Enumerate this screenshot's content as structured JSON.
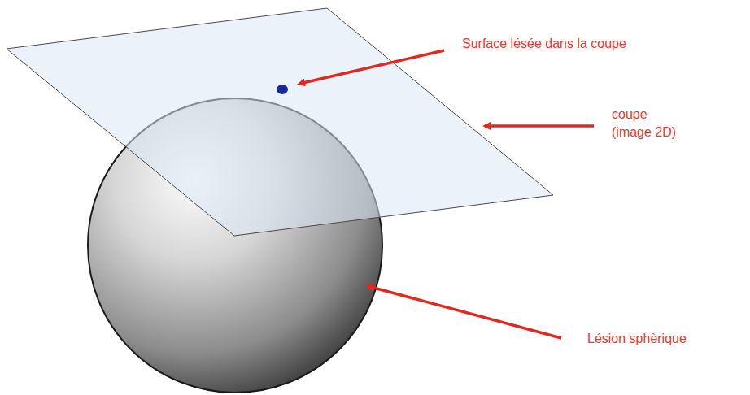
{
  "diagram": {
    "labels": [
      "Surface lésée dans la coupe",
      "coupe (image 2D)",
      "Lésion sphèrique"
    ]
  }
}
